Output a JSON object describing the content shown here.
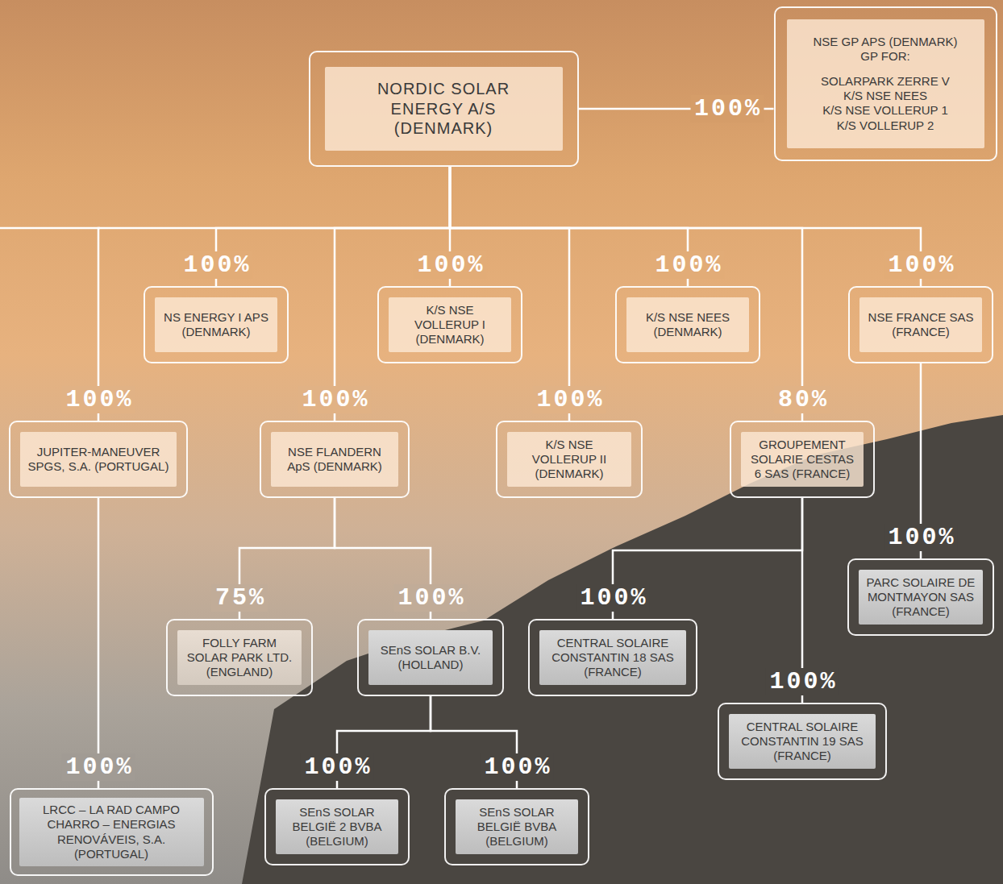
{
  "diagram": {
    "nodes": [
      {
        "text": [
          "NORDIC SOLAR ENERGY A/S (DENMARK)"
        ]
      },
      {
        "text": [
          "NSE GP APS (DENMARK) GP FOR:",
          "SOLARPARK ZERRE V",
          "K/S NSE NEES",
          "K/S NSE VOLLERUP 1",
          "K/S VOLLERUP 2"
        ]
      },
      {
        "text": [
          "NS ENERGY I APS (DENMARK)"
        ]
      },
      {
        "text": [
          "K/S NSE VOLLERUP I (DENMARK)"
        ]
      },
      {
        "text": [
          "K/S NSE NEES (DENMARK)"
        ]
      },
      {
        "text": [
          "NSE FRANCE SAS (FRANCE)"
        ]
      },
      {
        "text": [
          "JUPITER-MANEUVER SPGS, S.A. (PORTUGAL)"
        ]
      },
      {
        "text": [
          "NSE FLANDERN ApS (DENMARK)"
        ]
      },
      {
        "text": [
          "K/S NSE VOLLERUP II (DENMARK)"
        ]
      },
      {
        "text": [
          "GROUPEMENT SOLARIE CESTAS 6 SAS (FRANCE)"
        ]
      },
      {
        "text": [
          "PARC SOLAIRE DE MONTMAYON SAS (FRANCE)"
        ]
      },
      {
        "text": [
          "FOLLY FARM SOLAR PARK LTD. (ENGLAND)"
        ]
      },
      {
        "text": [
          "SEnS SOLAR B.V. (HOLLAND)"
        ]
      },
      {
        "text": [
          "CENTRAL SOLAIRE CONSTANTIN 18 SAS (FRANCE)"
        ]
      },
      {
        "text": [
          "CENTRAL SOLAIRE CONSTANTIN 19 SAS (FRANCE)"
        ]
      },
      {
        "text": [
          "LRCC – LA RAD CAMPO CHARRO – ENERGIAS RENOVÁVEIS, S.A. (PORTUGAL)"
        ]
      },
      {
        "text": [
          "SEnS SOLAR BELGIË 2 BVBA (BELGIUM)"
        ]
      },
      {
        "text": [
          "SEnS SOLAR BELGIË BVBA (BELGIUM)"
        ]
      }
    ],
    "edges": [
      {
        "from": 0,
        "to": 1,
        "arrow": "none",
        "label": "100%"
      },
      {
        "from": 0,
        "to": 2,
        "arrow": "none",
        "label": "100%"
      },
      {
        "from": 0,
        "to": 3,
        "arrow": "none",
        "label": "100%"
      },
      {
        "from": 0,
        "to": 4,
        "arrow": "none",
        "label": "100%"
      },
      {
        "from": 0,
        "to": 5,
        "arrow": "none",
        "label": "100%"
      },
      {
        "from": 0,
        "to": 6,
        "arrow": "none",
        "label": "100%"
      },
      {
        "from": 0,
        "to": 7,
        "arrow": "none",
        "label": "100%"
      },
      {
        "from": 0,
        "to": 8,
        "arrow": "none",
        "label": "100%"
      },
      {
        "from": 0,
        "to": 9,
        "arrow": "none",
        "label": "80%"
      },
      {
        "from": 5,
        "to": 10,
        "arrow": "none",
        "label": "100%"
      },
      {
        "from": 7,
        "to": 11,
        "arrow": "none",
        "label": "75%"
      },
      {
        "from": 7,
        "to": 12,
        "arrow": "none",
        "label": "100%"
      },
      {
        "from": 9,
        "to": 13,
        "arrow": "none",
        "label": "100%"
      },
      {
        "from": 9,
        "to": 14,
        "arrow": "none",
        "label": "100%"
      },
      {
        "from": 6,
        "to": 15,
        "arrow": "none",
        "label": "100%"
      },
      {
        "from": 12,
        "to": 16,
        "arrow": "none",
        "label": "100%"
      },
      {
        "from": 12,
        "to": 17,
        "arrow": "none",
        "label": "100%"
      }
    ]
  }
}
